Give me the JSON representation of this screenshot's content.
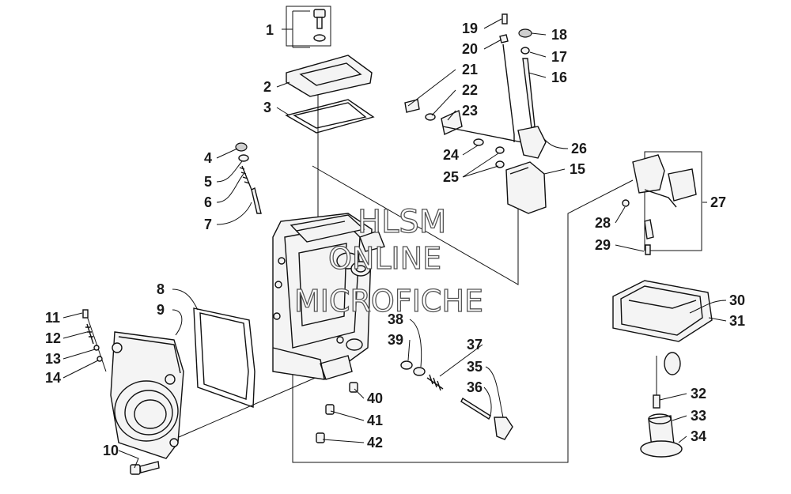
{
  "watermark": {
    "line1": "HLSM",
    "line2": "ONLINE",
    "line3": "MICROFICHE"
  },
  "callouts": [
    "1",
    "2",
    "3",
    "4",
    "5",
    "6",
    "7",
    "8",
    "9",
    "10",
    "11",
    "12",
    "13",
    "14",
    "15",
    "16",
    "17",
    "18",
    "19",
    "20",
    "21",
    "22",
    "23",
    "24",
    "25",
    "26",
    "27",
    "28",
    "29",
    "30",
    "31",
    "32",
    "33",
    "34",
    "35",
    "36",
    "37",
    "38",
    "39",
    "40",
    "41",
    "42"
  ]
}
